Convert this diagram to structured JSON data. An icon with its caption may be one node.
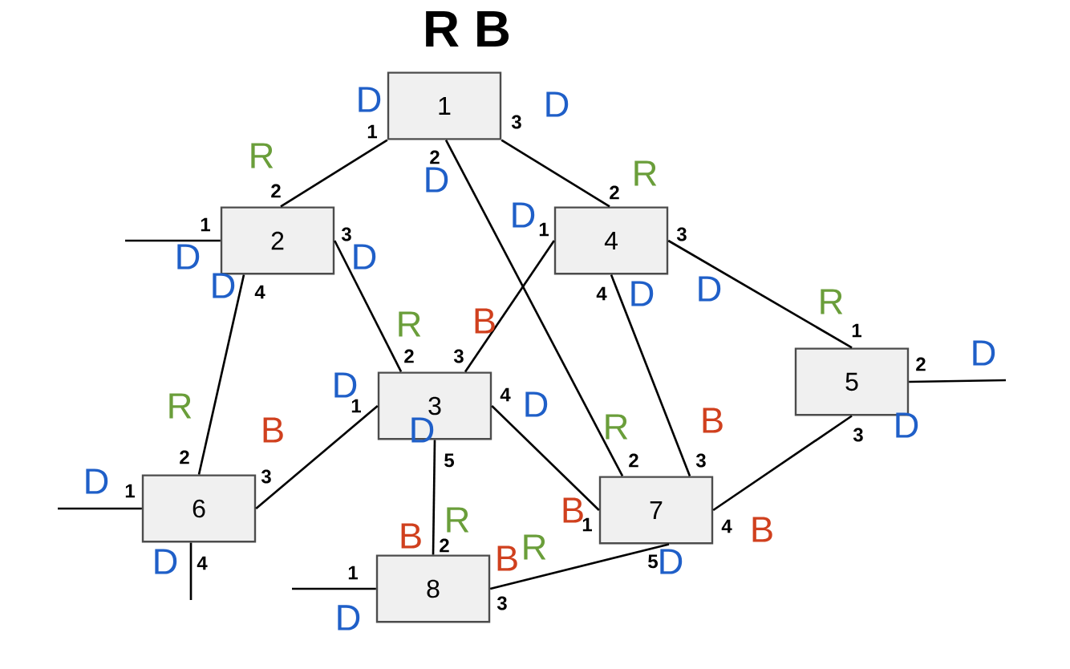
{
  "diagram": {
    "nodes": [
      {
        "text": [
          "1"
        ],
        "beside": [
          "R B"
        ]
      },
      {
        "text": [
          "2"
        ]
      },
      {
        "text": [
          "4"
        ]
      },
      {
        "text": [
          "5"
        ]
      },
      {
        "text": [
          "3"
        ]
      },
      {
        "text": [
          "6"
        ]
      },
      {
        "text": [
          "7"
        ]
      },
      {
        "text": [
          "8"
        ]
      }
    ],
    "edges": [
      {
        "from": 0,
        "to": 1,
        "arrow": "none"
      },
      {
        "from": 0,
        "to": 2,
        "arrow": "none"
      },
      {
        "from": 0,
        "to": 6,
        "arrow": "none"
      },
      {
        "from": 1,
        "to": 4,
        "arrow": "none"
      },
      {
        "from": 1,
        "to": 5,
        "arrow": "none"
      },
      {
        "from": 2,
        "to": 4,
        "arrow": "none"
      },
      {
        "from": 2,
        "to": 6,
        "arrow": "none"
      },
      {
        "from": 2,
        "to": 3,
        "arrow": "none"
      },
      {
        "from": 4,
        "to": 5,
        "arrow": "none"
      },
      {
        "from": 4,
        "to": 6,
        "arrow": "none"
      },
      {
        "from": 4,
        "to": 7,
        "arrow": "none"
      },
      {
        "from": 3,
        "to": 6,
        "arrow": "none"
      },
      {
        "from": 7,
        "to": 6,
        "arrow": "none"
      },
      {
        "from": null,
        "to": 1,
        "arrow": "none"
      },
      {
        "from": null,
        "to": 3,
        "arrow": "none"
      },
      {
        "from": null,
        "to": 5,
        "arrow": "none"
      },
      {
        "from": null,
        "to": 5,
        "arrow": "none"
      },
      {
        "from": null,
        "to": 7,
        "arrow": "none"
      }
    ],
    "labels": [
      "1",
      "2",
      "3",
      "D",
      "D",
      "D",
      "2",
      "1",
      "3",
      "4",
      "R",
      "D",
      "D",
      "D",
      "2",
      "1",
      "3",
      "4",
      "R",
      "D",
      "D",
      "D",
      "1",
      "2",
      "3",
      "R",
      "D",
      "D",
      "2",
      "3",
      "1",
      "4",
      "5",
      "R",
      "B",
      "D",
      "D",
      "D",
      "2",
      "1",
      "3",
      "4",
      "R",
      "D",
      "B",
      "D",
      "2",
      "3",
      "1",
      "4",
      "5",
      "R",
      "B",
      "B",
      "B",
      "D",
      "1",
      "2",
      "3",
      "B",
      "R",
      "D",
      "B",
      "R"
    ]
  }
}
